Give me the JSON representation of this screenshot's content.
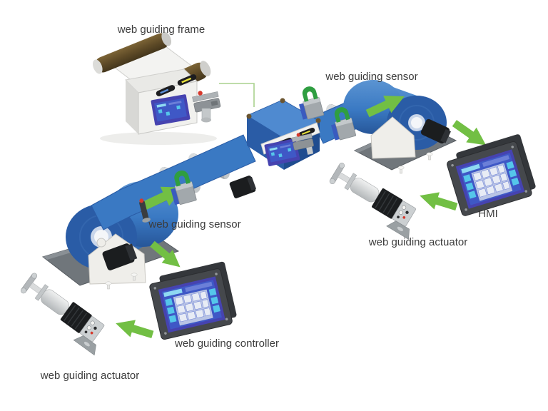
{
  "diagram": {
    "labels": {
      "frame": "web guiding frame",
      "sensor_top": "web guiding sensor",
      "sensor_mid": "web guiding sensor",
      "hmi": "HMI",
      "actuator_right": "web guiding actuator",
      "controller": "web guiding controller",
      "actuator_left": "web guiding actuator"
    }
  },
  "colors": {
    "bg": "#ffffff",
    "label-text": "#3c3c3c",
    "web-blue": "#3a79c3",
    "web-blue-dark": "#2a5ca6",
    "web-blue-deep": "#1f4c8f",
    "arrow-green": "#72bf44",
    "connector-green": "#a9d18e",
    "plate-gray": "#70767b",
    "roller-brown": "#5f4b27",
    "roller-brown-light": "#7c6436",
    "panel-dark": "#45484c",
    "screen-bezel": "#4643b0",
    "screen-blue": "#3f58c6",
    "button-cyan": "#55c6ea",
    "sensor-green": "#2f9e41",
    "dot-red": "#d6392c",
    "motor-black": "#1b1d1f"
  }
}
